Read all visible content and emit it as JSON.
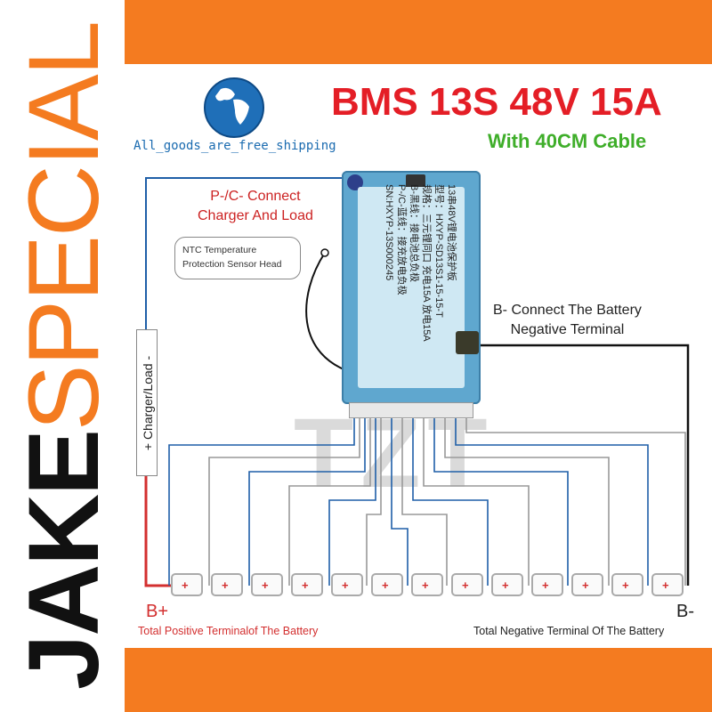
{
  "brand": {
    "part1": "JAKE",
    "part2": "SPECIAL"
  },
  "colors": {
    "accent": "#f47b20",
    "title_red": "#e41e26",
    "subtitle_green": "#3fae2a",
    "wire_blue": "#1f5fa8",
    "wire_red": "#d32f2f"
  },
  "product": {
    "title": "BMS 13S 48V 15A",
    "subtitle": "With 40CM Cable"
  },
  "tagline": "All_goods_are_free_shipping",
  "callouts": {
    "pc_line1": "P-/C- Connect",
    "pc_line2": "Charger And Load",
    "ntc_line1": "NTC Temperature",
    "ntc_line2": "Protection Sensor Head",
    "bneg_line1": "B- Connect The Battery",
    "bneg_line2": "Negative Terminal"
  },
  "board_label": "13串48V锂电池保护板\n型号：HXYP-SD13S1-15-15-T\n规格：三元锂同口  充电15A  放电15A\nB-黑线：接电池总负极\nP-/C-蓝线：接充放电负极\nSN:HXYP-13S000245",
  "charger_label": "+  Charger/Load  -",
  "cells": [
    "+",
    "+",
    "+",
    "+",
    "+",
    "+",
    "+",
    "+",
    "+",
    "+",
    "+",
    "+",
    "+"
  ],
  "terminals": {
    "pos": "B+",
    "neg": "B-",
    "pos_desc": "Total Positive Terminalof The Battery",
    "neg_desc": "Total Negative Terminal Of The Battery"
  },
  "watermark": "TZT"
}
